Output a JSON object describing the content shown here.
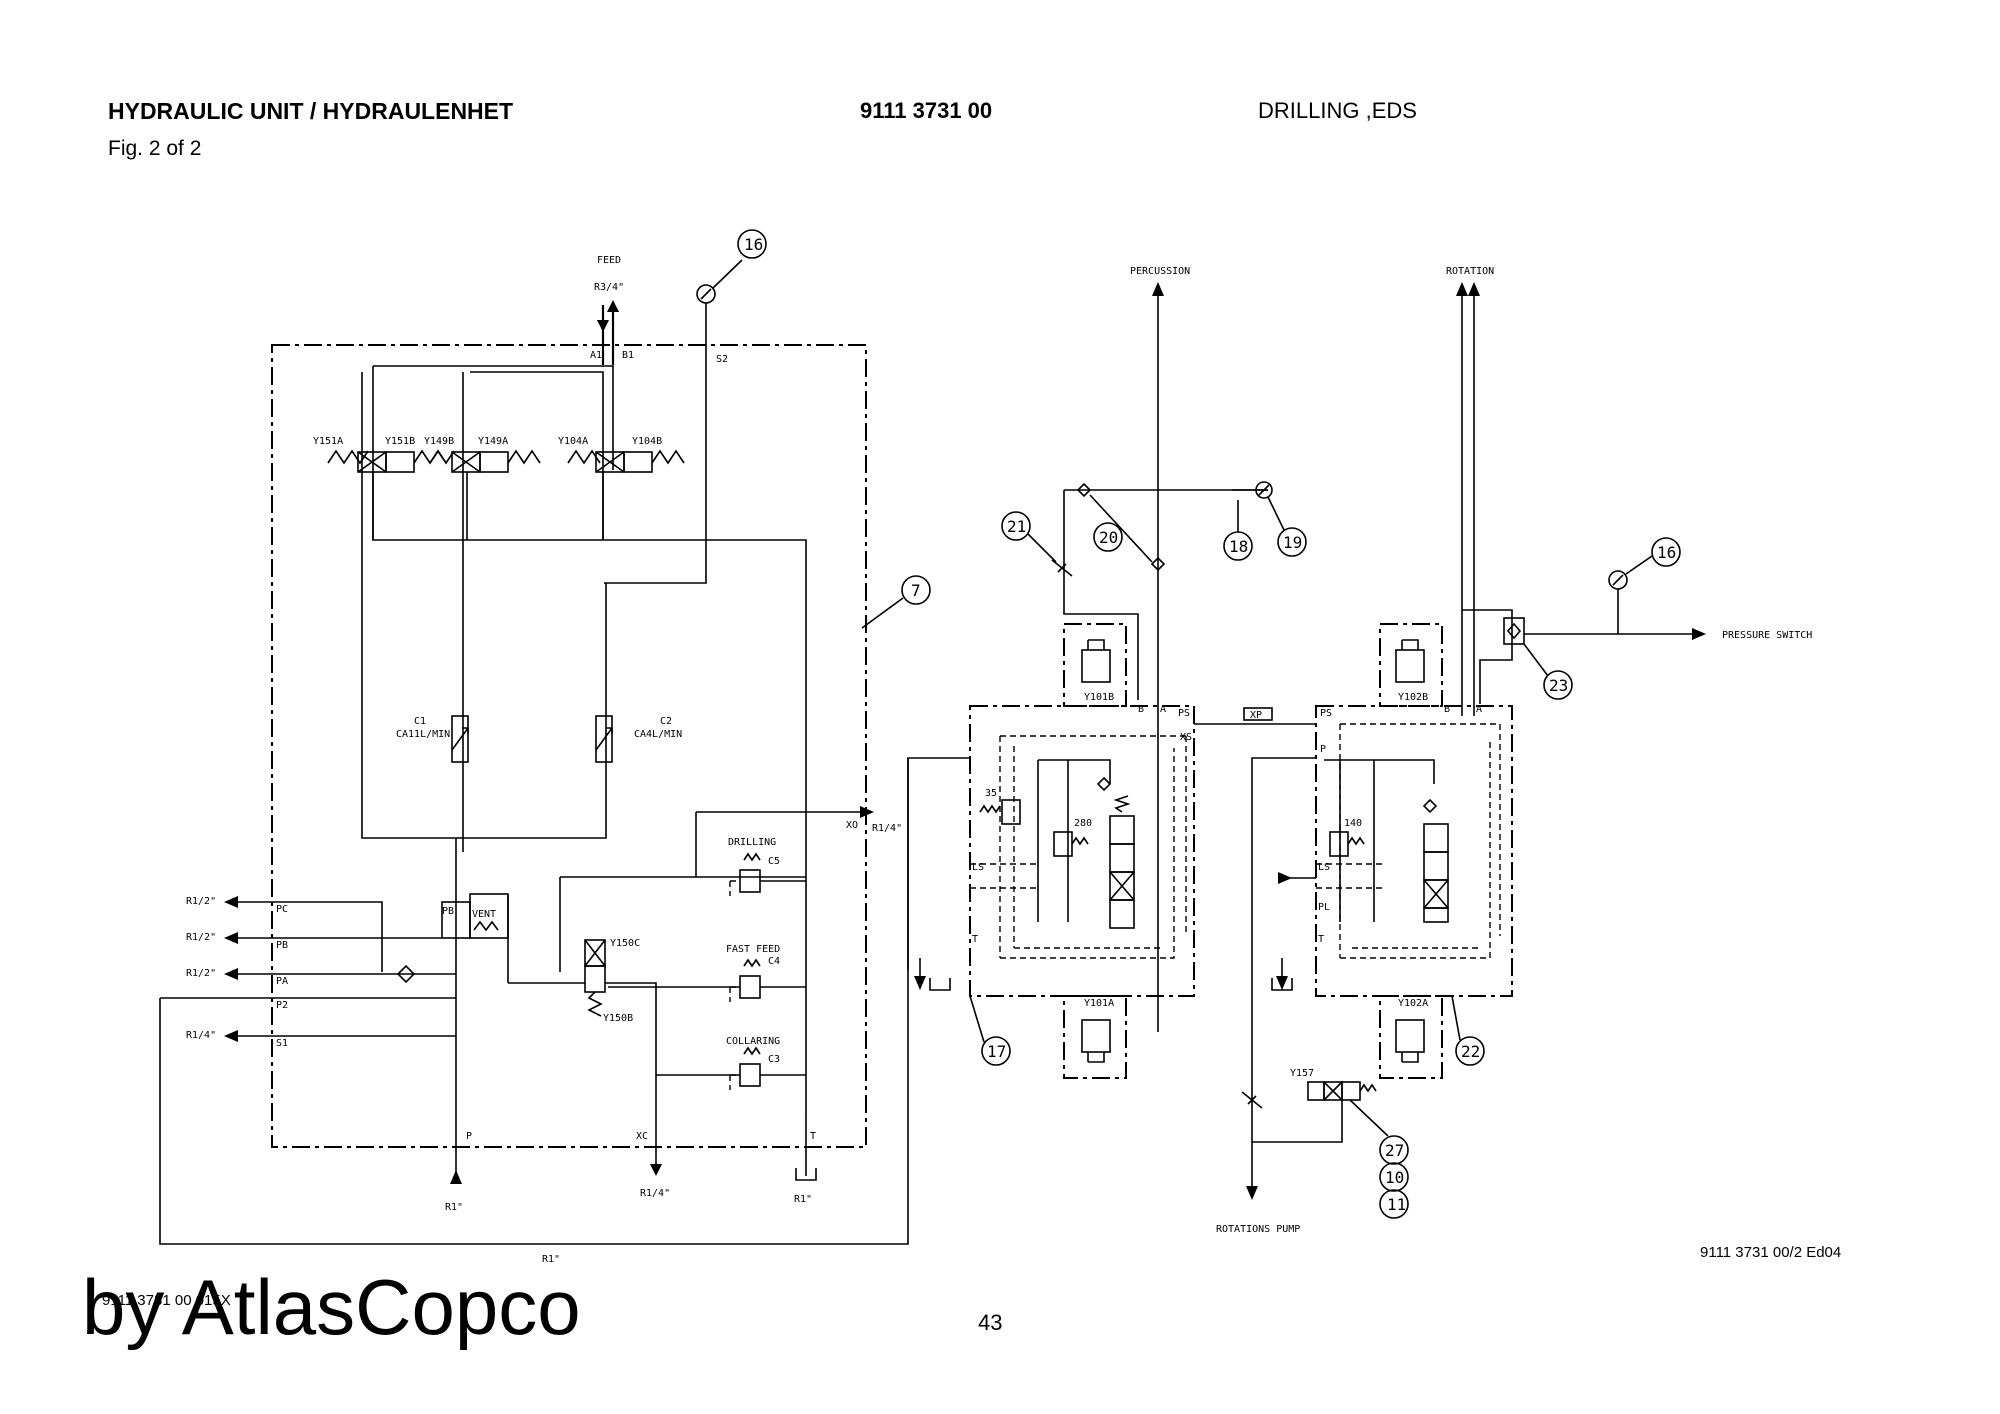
{
  "header": {
    "title": "HYDRAULIC UNIT / HYDRAULENHET",
    "figure": "Fig. 2 of 2",
    "part_number": "9111 3731 00",
    "section": "DRILLING ,EDS"
  },
  "footer": {
    "edition": "9111 3731 00/2 Ed04",
    "page": "43",
    "doc_ref": "9111 3731 00  015X",
    "brand": "by AtlasCopco"
  },
  "diagram": {
    "labels": {
      "feed": "FEED",
      "feed_port": "R3/4\"",
      "a1": "A1",
      "b1": "B1",
      "s2": "S2",
      "y151a": "Y151A",
      "y151b": "Y151B",
      "y149b": "Y149B",
      "y149a": "Y149A",
      "y104a": "Y104A",
      "y104b": "Y104B",
      "c1": "C1",
      "c1_flow": "CA11L/MIN",
      "c2": "C2",
      "c2_flow": "CA4L/MIN",
      "xo": "XO",
      "xo_port": "R1/4\"",
      "drilling": "DRILLING",
      "c5": "C5",
      "fast_feed": "FAST FEED",
      "c4": "C4",
      "collaring": "COLLARING",
      "c3": "C3",
      "y150c": "Y150C",
      "y150b": "Y150B",
      "pc": "PC",
      "pb": "PB",
      "pa": "PA",
      "p2": "P2",
      "s1": "S1",
      "r12_pc": "R1/2\"",
      "r12_pb": "R1/2\"",
      "r12_pa": "R1/2\"",
      "r14_s1": "R1/4\"",
      "p": "P",
      "xc": "XC",
      "t": "T",
      "r1_p": "R1\"",
      "r14_xc": "R1/4\"",
      "r1_t": "R1\"",
      "r1_bottom": "R1\"",
      "vent": "VENT",
      "percussion": "PERCUSSION",
      "rotation": "ROTATION",
      "pressure_switch": "PRESSURE SWITCH",
      "y101b": "Y101B",
      "y101a": "Y101A",
      "y102b": "Y102B",
      "y102a": "Y102A",
      "b_left": "B",
      "a_left": "A",
      "ps_left": "PS",
      "xs": "XS",
      "xp": "XP",
      "ps_right": "PS",
      "b_right": "B",
      "a_right": "A",
      "p_right": "P",
      "ls_left": "LS",
      "t_left": "T",
      "ls_right": "LS",
      "pl": "PL",
      "t_right": "T",
      "v35": "35",
      "v280": "280",
      "v140": "140",
      "y157": "Y157",
      "rotations_pump": "ROTATIONS PUMP"
    },
    "callouts": [
      "16",
      "7",
      "21",
      "20",
      "18",
      "19",
      "16",
      "23",
      "17",
      "22",
      "27",
      "10",
      "11"
    ]
  }
}
